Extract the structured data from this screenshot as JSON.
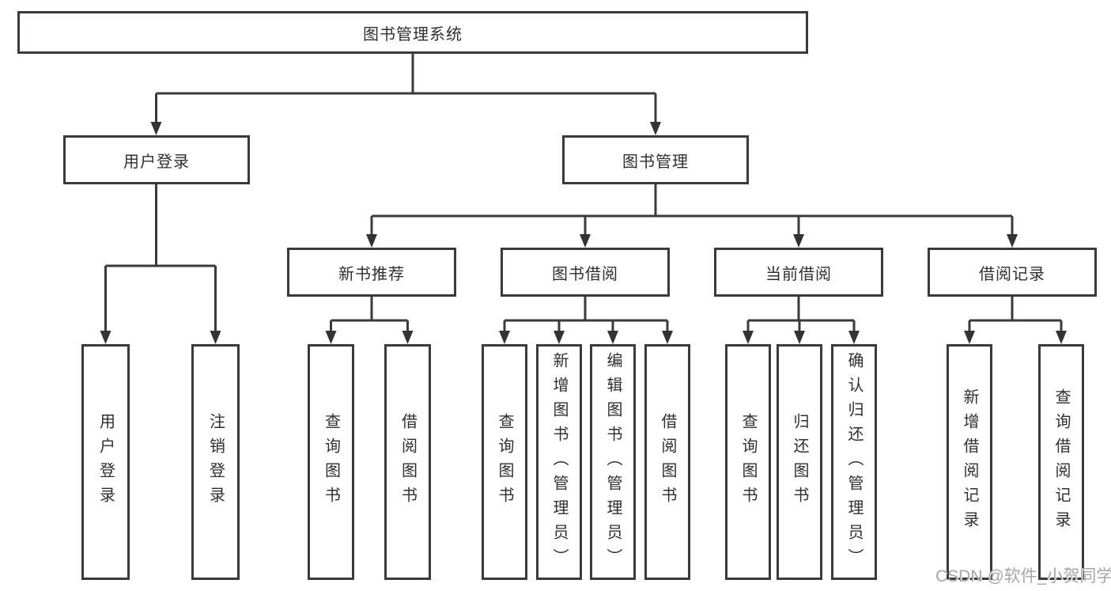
{
  "diagram": {
    "root": {
      "label": "图书管理系统"
    },
    "branches": {
      "user_login": {
        "label": "用户登录",
        "children": [
          {
            "label": "用户登录"
          },
          {
            "label": "注销登录"
          }
        ]
      },
      "book_management": {
        "label": "图书管理",
        "children": [
          {
            "label": "新书推荐",
            "children": [
              {
                "label": "查询图书"
              },
              {
                "label": "借阅图书"
              }
            ]
          },
          {
            "label": "图书借阅",
            "children": [
              {
                "label": "查询图书"
              },
              {
                "label": "新增图书（管理员）"
              },
              {
                "label": "编辑图书（管理员）"
              },
              {
                "label": "借阅图书"
              }
            ]
          },
          {
            "label": "当前借阅",
            "children": [
              {
                "label": "查询图书"
              },
              {
                "label": "归还图书"
              },
              {
                "label": "确认归还（管理员）"
              }
            ]
          },
          {
            "label": "借阅记录",
            "children": [
              {
                "label": "新增借阅记录"
              },
              {
                "label": "查询借阅记录"
              }
            ]
          }
        ]
      }
    },
    "watermark": "CSDN @软件_小贺同学",
    "colors": {
      "line": "#3a3a3a",
      "box_border": "#3a3a3a",
      "text": "#2f2f2f",
      "background": "#ffffff",
      "watermark": "#a6a6a6"
    }
  }
}
